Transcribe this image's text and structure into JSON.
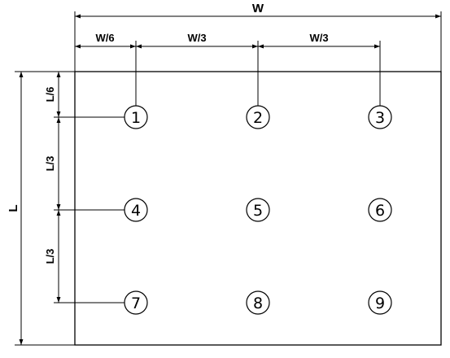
{
  "dimensions": {
    "width_label": "W",
    "length_label": "L",
    "top_segments": [
      "W/6",
      "W/3",
      "W/3"
    ],
    "left_segments": [
      "L/6",
      "L/3",
      "L/3"
    ]
  },
  "points": [
    "1",
    "2",
    "3",
    "4",
    "5",
    "6",
    "7",
    "8",
    "9"
  ],
  "colors": {
    "line": "#000000",
    "background": "#ffffff"
  }
}
